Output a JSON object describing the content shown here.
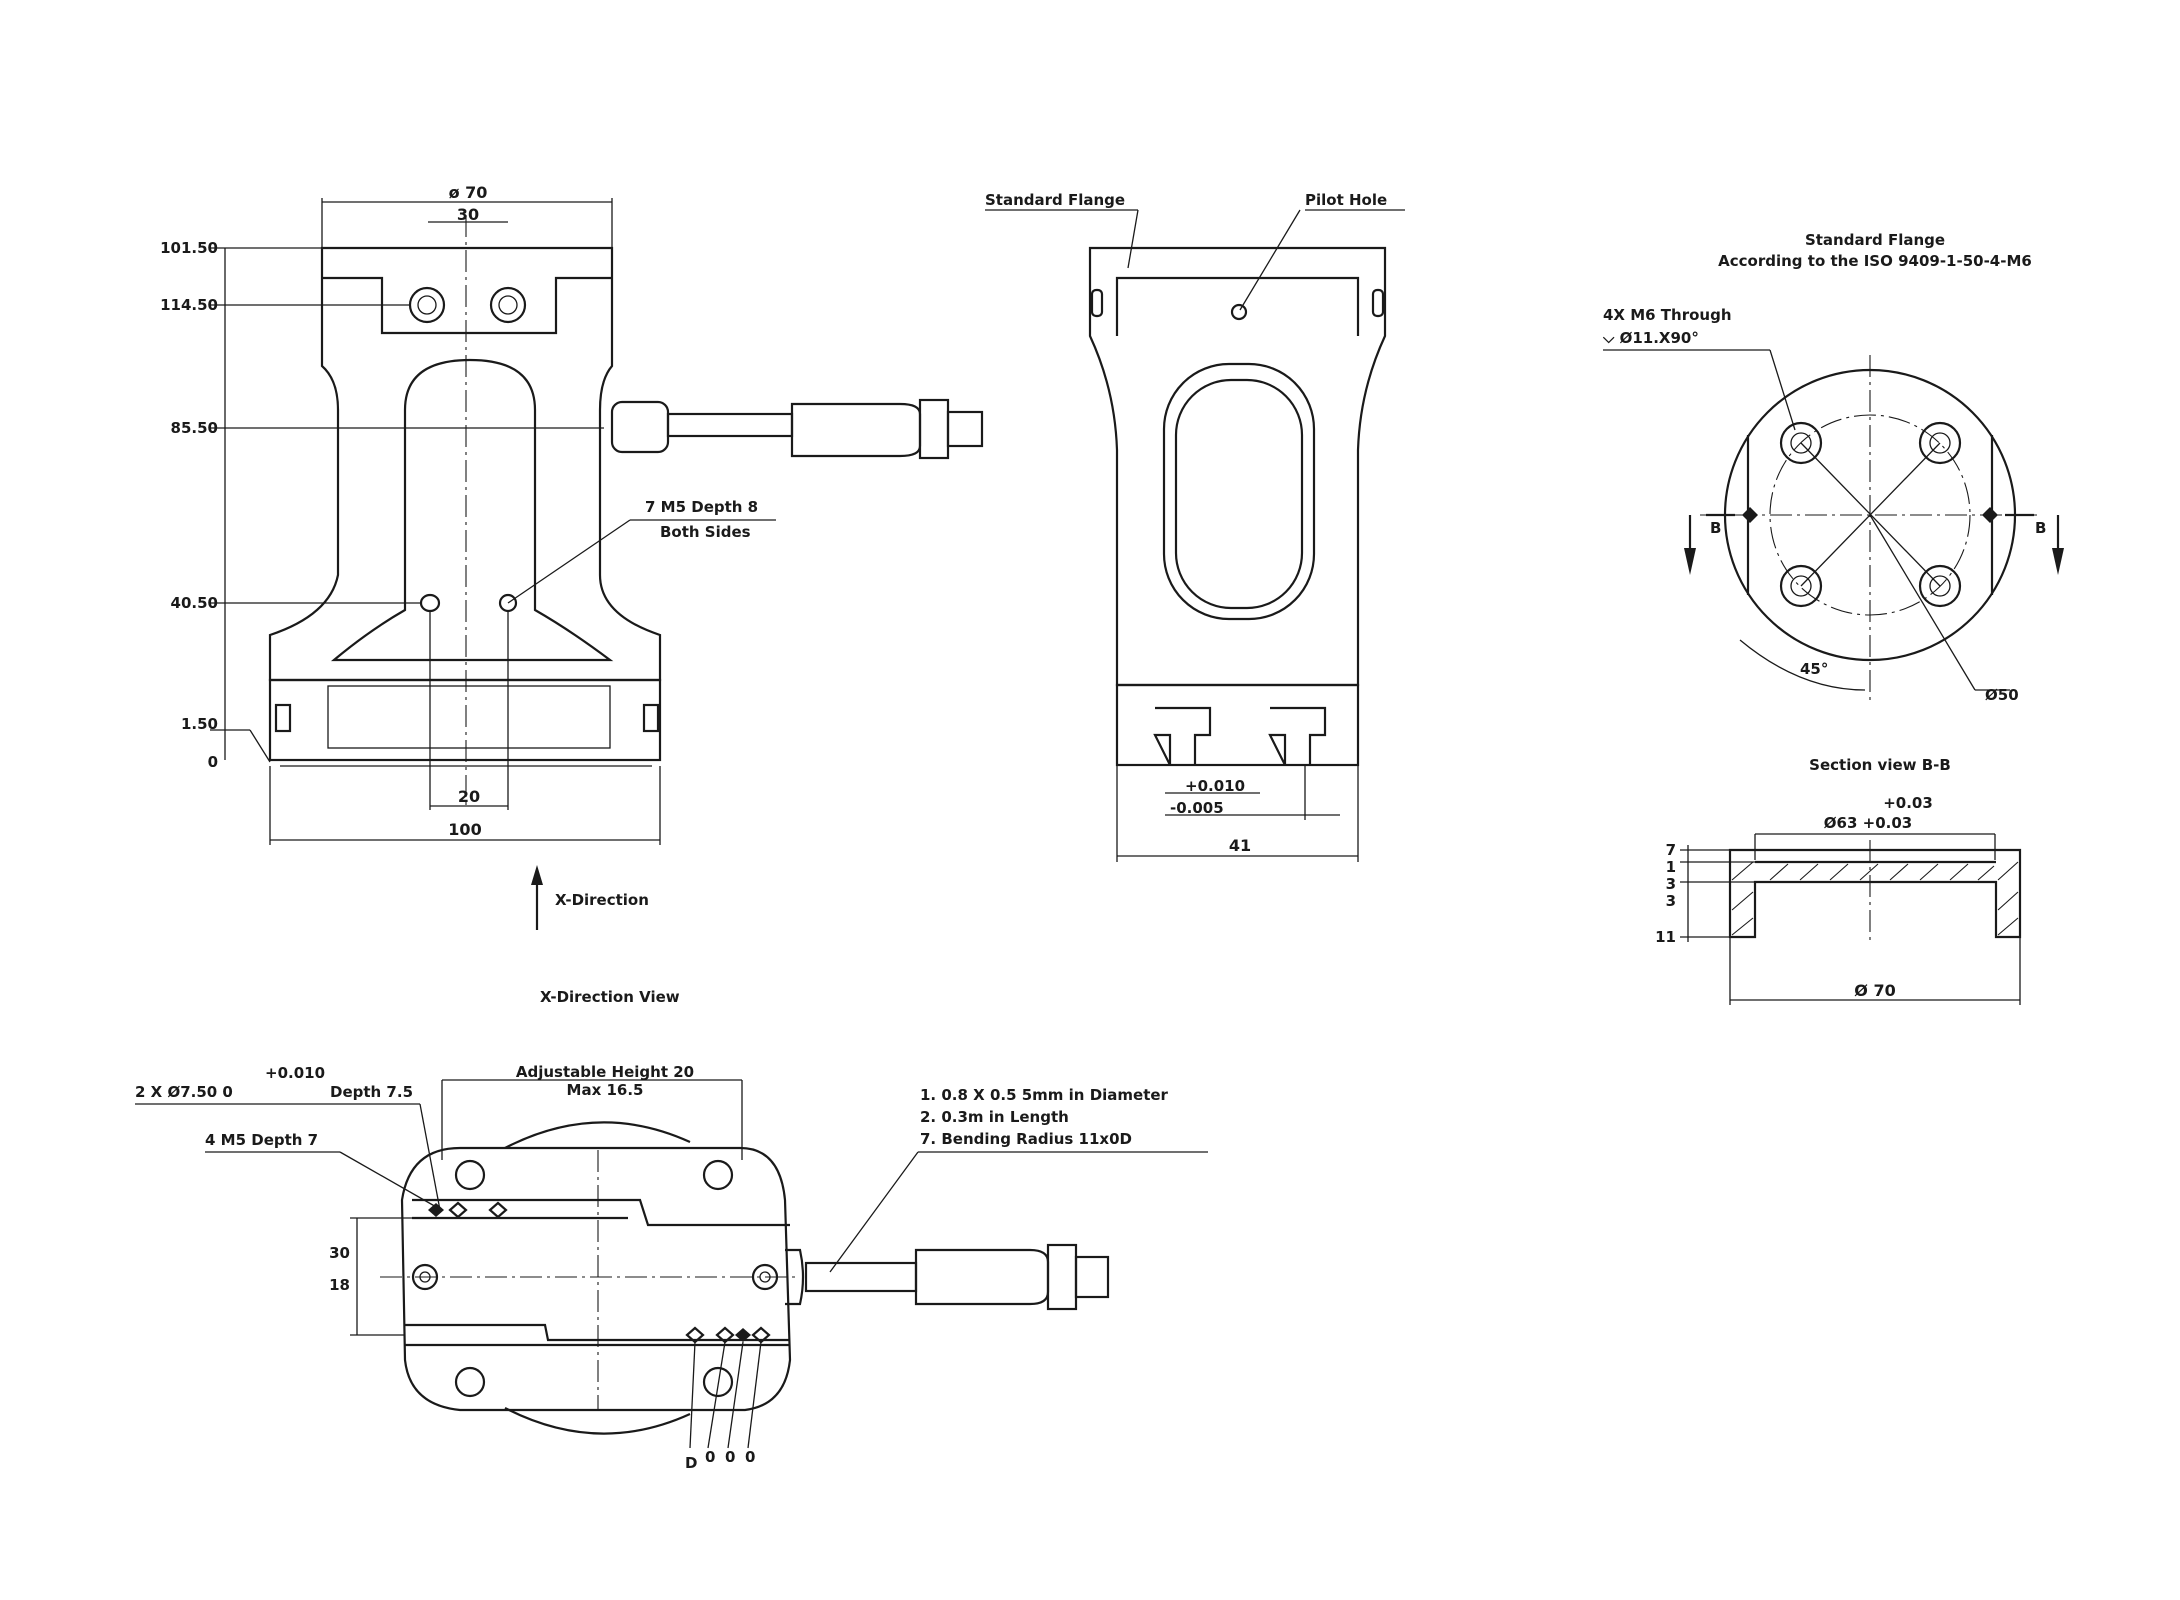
{
  "front_view": {
    "dim_width_top": "ø 70",
    "dim_hole_spacing": "30",
    "dim_h1": "101.50",
    "dim_h2": "114.50",
    "dim_h3": "85.50",
    "dim_h4": "40.50",
    "dim_h5": "1.50",
    "dim_h6": "0",
    "dim_bottom_spacing": "20",
    "dim_base_width": "100",
    "callout_holes_line1": "7 M5 Depth 8",
    "callout_holes_line2": "Both Sides",
    "direction_label": "X-Direction",
    "view_caption": "X-Direction View"
  },
  "side_view": {
    "label_flange": "Standard Flange",
    "label_pin": "Pilot Hole",
    "dim_slot1": "+0.010",
    "dim_slot2": "-0.005",
    "dim_width": "41"
  },
  "flange_view": {
    "title_line1": "Standard Flange",
    "title_line2": "According to the ISO 9409-1-50-4-M6",
    "holes_line1": "4X M6 Through",
    "holes_line2": "⌵ Ø11.X90°",
    "section_label": "B",
    "angle": "45°",
    "pcd": "Ø50"
  },
  "section_view": {
    "title": "Section view B-B",
    "dim_top1": "+0.03",
    "dim_top2": "Ø63 +0.03",
    "dim_side1": "7",
    "dim_side2": "1",
    "dim_side3": "3",
    "dim_side4": "3",
    "dim_side5": "11",
    "dim_bottom": "Ø 70"
  },
  "top_view": {
    "dim_pin": "+0.010",
    "dim_pin_holes": "2 X Ø7.50  0",
    "dim_pin_depth": "Depth 7.5",
    "dim_m5": "4 M5 Depth 7",
    "adjustable_line1": "Adjustable Height 20",
    "adjustable_line2": "Max 16.5",
    "dim_left1": "30",
    "dim_left2": "18",
    "cable_note1": "1. 0.8 X 0.5 5mm in Diameter",
    "cable_note2": "2. 0.3m in Length",
    "cable_note3": "7. Bending Radius 11x0D",
    "led_label1": "D",
    "led_label2": "0",
    "led_label3": "0",
    "led_label4": "0"
  }
}
